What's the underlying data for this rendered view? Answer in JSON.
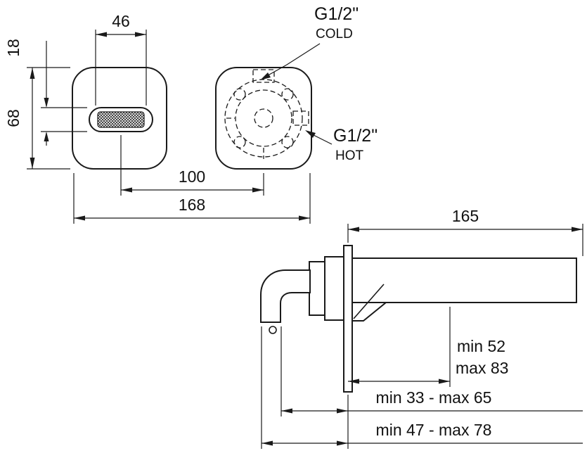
{
  "front": {
    "width_46": "46",
    "height_18": "18",
    "height_68": "68",
    "centers_100": "100",
    "total_168": "168"
  },
  "connections": {
    "cold_thread": "G1/2\"",
    "cold_label": "COLD",
    "hot_thread": "G1/2\"",
    "hot_label": "HOT"
  },
  "side": {
    "length_165": "165",
    "proj_min": "min 52",
    "proj_max": "max 83",
    "handle_range_a": "min 33 - max 65",
    "handle_range_b": "min 47 - max 78"
  }
}
